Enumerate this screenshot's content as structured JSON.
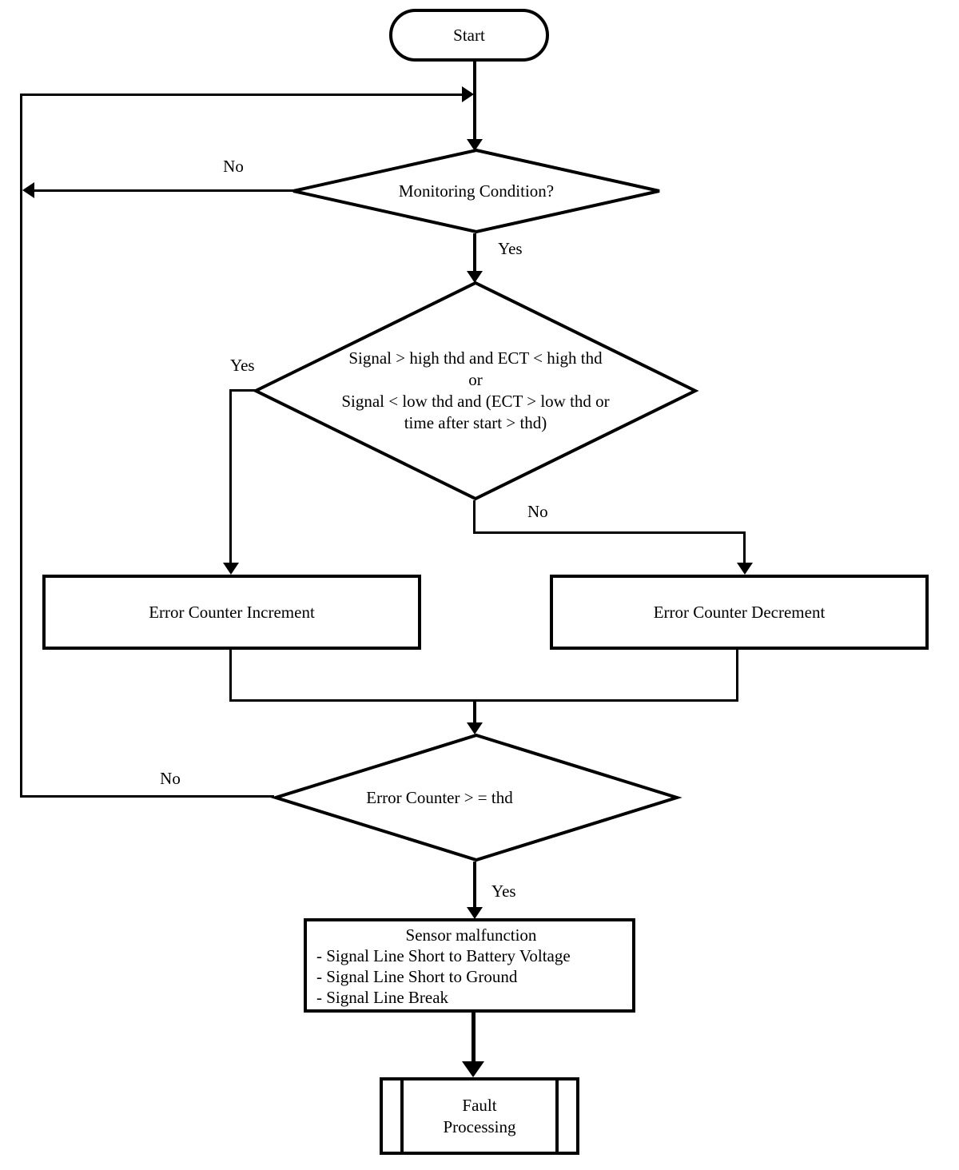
{
  "page": {
    "background": "#ffffff",
    "stroke_color": "#000000"
  },
  "flowchart": {
    "nodes": {
      "start": {
        "type": "terminator",
        "label": "Start"
      },
      "monitoring": {
        "type": "decision",
        "label": "Monitoring Condition?"
      },
      "signal_check": {
        "type": "decision",
        "lines": [
          "Signal > high thd and ECT < high thd",
          "or",
          "Signal < low thd and (ECT > low thd or",
          "time after start > thd)"
        ]
      },
      "increment": {
        "type": "process",
        "label": "Error Counter Increment"
      },
      "decrement": {
        "type": "process",
        "label": "Error Counter Decrement"
      },
      "threshold": {
        "type": "decision",
        "label": "Error Counter > = thd"
      },
      "malfunction": {
        "type": "process",
        "title": "Sensor malfunction",
        "items": [
          "- Signal Line Short to Battery Voltage",
          "- Signal Line Short to Ground",
          "- Signal Line Break"
        ]
      },
      "fault": {
        "type": "predefined_process",
        "lines": [
          "Fault",
          "Processing"
        ]
      }
    },
    "edge_labels": {
      "monitoring_no": "No",
      "monitoring_yes": "Yes",
      "signal_yes": "Yes",
      "signal_no": "No",
      "threshold_no": "No",
      "threshold_yes": "Yes"
    }
  }
}
